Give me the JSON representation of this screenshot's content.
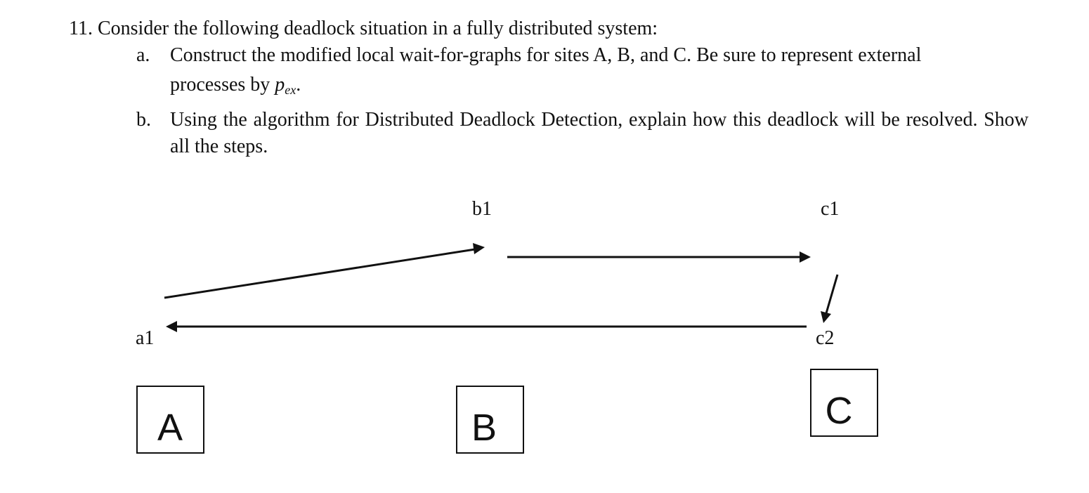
{
  "question": {
    "stem": "11. Consider the following deadlock situation in a fully distributed system:",
    "part_a": {
      "marker": "a.",
      "line1": "Construct the modified local wait-for-graphs for sites A, B, and C. Be sure to represent external",
      "line2_before": "processes by ",
      "pex_symbol": "p",
      "pex_subscript": "ex",
      "line2_after": "."
    },
    "part_b": {
      "marker": "b.",
      "text": "Using the algorithm for Distributed Deadlock Detection, explain how this deadlock will be resolved. Show all the steps."
    }
  },
  "diagram": {
    "processes": {
      "a1": "a1",
      "b1": "b1",
      "c1": "c1",
      "c2": "c2"
    },
    "sites": {
      "A": "A",
      "B": "B",
      "C": "C"
    },
    "edges": [
      {
        "from": "a1",
        "to": "b1"
      },
      {
        "from": "b1",
        "to": "c1"
      },
      {
        "from": "c1",
        "to": "c2"
      },
      {
        "from": "c2",
        "to": "a1"
      }
    ]
  }
}
